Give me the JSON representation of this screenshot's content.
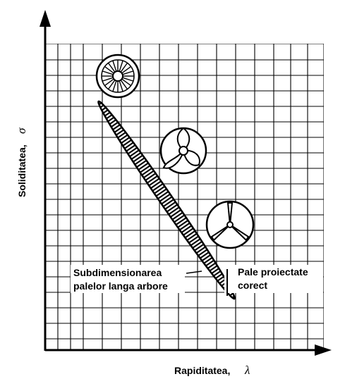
{
  "axes": {
    "x_label": "Rapiditatea,",
    "x_symbol": "λ",
    "y_label": "Soliditatea,",
    "y_symbol": "σ"
  },
  "annotations": {
    "left_line1": "Subdimensionarea",
    "left_line2": "palelor langa arbore",
    "right_line1": "Pale proiectate",
    "right_line2": "corect"
  },
  "rotors": [
    {
      "name": "multi-blade-rotor",
      "blades": 20
    },
    {
      "name": "three-blade-rotor-wide",
      "blades": 3
    },
    {
      "name": "three-blade-rotor-narrow",
      "blades": 3
    }
  ],
  "colors": {
    "ink": "#000000",
    "background": "#ffffff"
  }
}
